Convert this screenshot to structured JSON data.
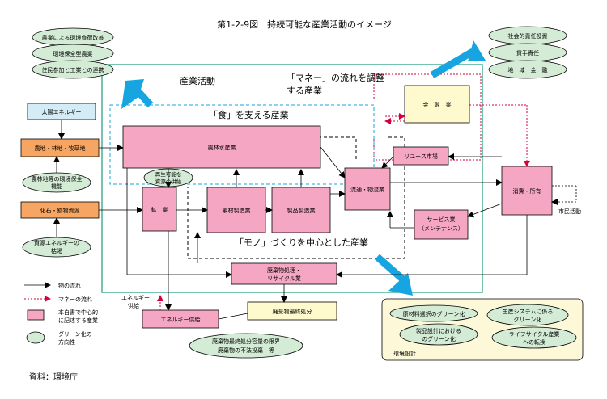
{
  "title": "第1-2-9図　持続可能な産業活動のイメージ",
  "source": "資料：環境庁",
  "top_left_goals": [
    "農業による環境負荷改善",
    "環境保全型農業",
    "住民参加と工業との連携"
  ],
  "top_right_goals": [
    "社会的責任投資",
    "貸手責任",
    "地　域　金　融"
  ],
  "region_labels": {
    "industry": "産業活動",
    "money_line1": "「マネー」の流れを調整",
    "money_line2": "する産業",
    "food": "「食」を支える産業",
    "mono": "「モノ」づくりを中心とした産業"
  },
  "inputs": {
    "solar": "太陽エネルギー",
    "agri_land": "農地・林地・牧草地",
    "land_conserve": [
      "農林地等の環境保全",
      "機能"
    ],
    "fossil": "化石・鉱物資源",
    "resource_depletion": [
      "資源エネルギーの",
      "枯渇"
    ]
  },
  "boxes": {
    "agri": "農林水産業",
    "renewable": [
      "再生可能な",
      "資源の供給"
    ],
    "mining": "鉱　業",
    "material": "素材製造業",
    "product": "製品製造業",
    "distribution": "流通・物流業",
    "reuse": "リユース市場",
    "finance": "金　融　業",
    "consumption": "消費・所有",
    "service": [
      "サービス業",
      "（メンテナンス）"
    ],
    "recycle": [
      "廃棄物処理・",
      "リサイクル業"
    ],
    "final_disposal": "廃棄物最終処分",
    "energy_supply": "エネルギー供給",
    "energy_label": [
      "エネルギー",
      "供給"
    ],
    "citizens": "市民活動",
    "disposal_limit": [
      "廃棄物最終処分容量の限界",
      "廃棄物の不法投棄　等"
    ]
  },
  "legend": {
    "goods_flow": "物の流れ",
    "money_flow": "マネーの流れ",
    "pink_box": [
      "本白書で中心的",
      "に記述する産業"
    ],
    "green_oval": [
      "グリーン化の",
      "方向性"
    ]
  },
  "env_design": {
    "items": [
      "原材料選択のグリーン化",
      [
        "生産システムに係る",
        "グリーン化"
      ],
      [
        "製品設計における",
        "のグリーン化"
      ],
      [
        "ライフサイクル産業",
        "への転換"
      ]
    ],
    "label": "環境設計"
  },
  "colors": {
    "pink": "#f4a6c2",
    "green_oval": "#d4ecd6",
    "light_blue": "#d3ecf5",
    "orange": "#f6a662",
    "cream": "#fcf8d8",
    "cream2": "#fffacd",
    "teal_frame": "#48b096",
    "blue_arrow": "#16a5e0",
    "money_red": "#d8003a"
  }
}
